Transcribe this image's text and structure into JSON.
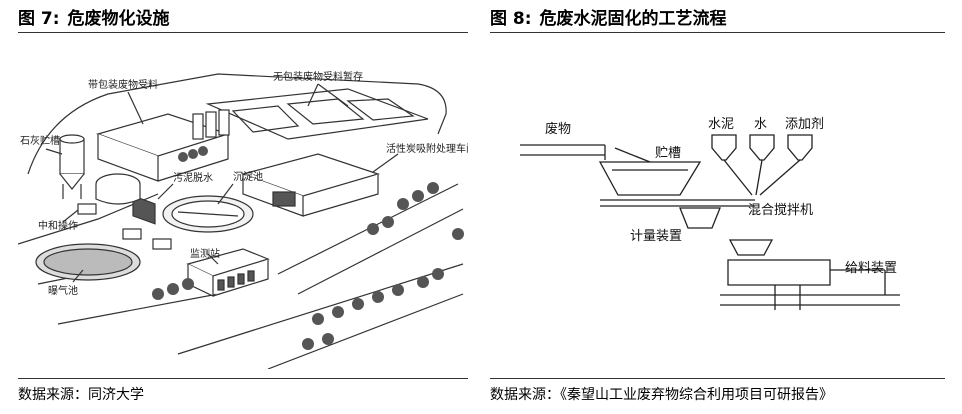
{
  "left": {
    "title_no": "图 7:",
    "title_text": "危废物化设施",
    "source": "数据来源：同济大学",
    "labels": {
      "packaged": "带包装废物受料",
      "unpackaged": "无包装废物受料暂存",
      "lime": "石灰贮槽",
      "neutral": "中和操作",
      "sludge": "污泥脱水",
      "settle": "沉淀池",
      "carbon": "活性炭吸附处理车间",
      "aeration": "曝气池",
      "monitor": "监测站"
    }
  },
  "right": {
    "title_no": "图 8:",
    "title_text": "危废水泥固化的工艺流程",
    "source": "数据来源：《秦望山工业废弃物综合利用项目可研报告》",
    "labels": {
      "waste": "废物",
      "tank": "贮槽",
      "cement": "水泥",
      "water": "水",
      "additive": "添加剂",
      "mixer": "混合搅拌机",
      "meter": "计量装置",
      "feeder": "给料装置"
    }
  }
}
